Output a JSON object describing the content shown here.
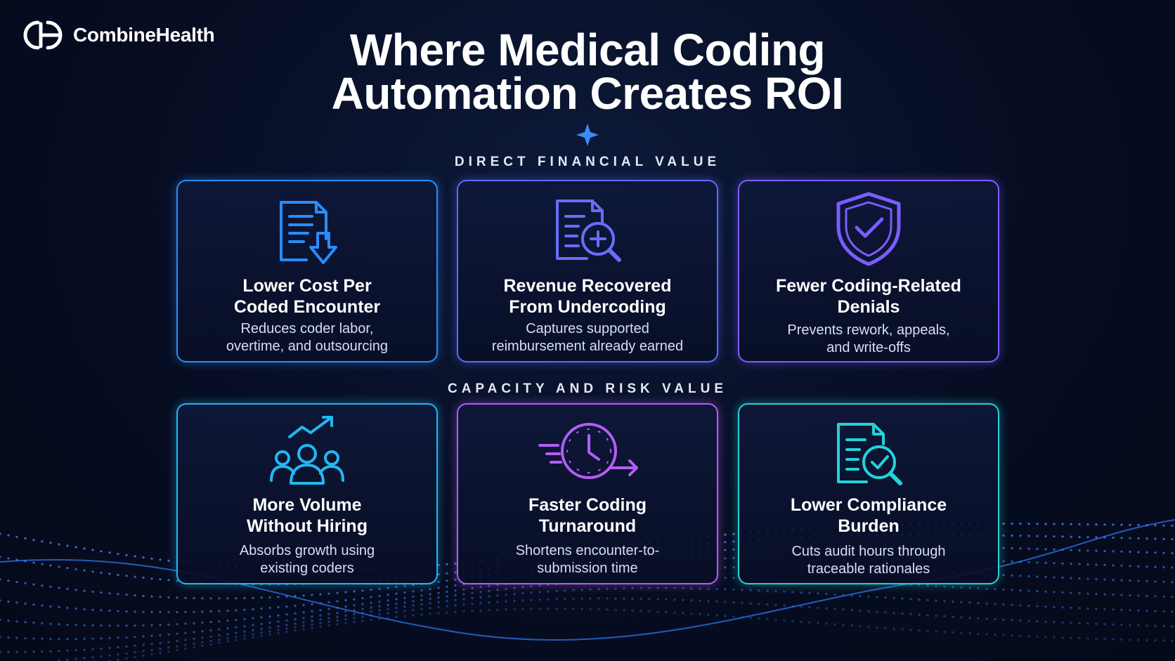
{
  "brand": {
    "name": "CombineHealth",
    "logo_icon": "ch-monogram-icon"
  },
  "title": {
    "line1": "Where Medical Coding",
    "line2": "Automation Creates ROI"
  },
  "sections": [
    {
      "label": "DIRECT FINANCIAL VALUE",
      "cards": [
        {
          "icon": "document-download-icon",
          "title_line1": "Lower Cost Per",
          "title_line2": "Coded Encounter",
          "desc_line1": "Reduces coder labor,",
          "desc_line2": "overtime, and outsourcing",
          "color": "#2a8cff"
        },
        {
          "icon": "document-search-plus-icon",
          "title_line1": "Revenue Recovered",
          "title_line2": "From Undercoding",
          "desc_line1": "Captures supported",
          "desc_line2": "reimbursement already earned",
          "color": "#5b6bff"
        },
        {
          "icon": "shield-check-icon",
          "title_line1": "Fewer Coding-Related",
          "title_line2": "Denials",
          "desc_line1": "Prevents rework, appeals,",
          "desc_line2": "and write-offs",
          "color": "#7b5cff"
        }
      ]
    },
    {
      "label": "CAPACITY AND RISK VALUE",
      "cards": [
        {
          "icon": "team-growth-icon",
          "title_line1": "More Volume",
          "title_line2": "Without Hiring",
          "desc_line1": "Absorbs growth using",
          "desc_line2": "existing coders",
          "color": "#22b8f0"
        },
        {
          "icon": "fast-clock-icon",
          "title_line1": "Faster Coding",
          "title_line2": "Turnaround",
          "desc_line1": "Shortens encounter-to-",
          "desc_line2": "submission time",
          "color": "#b45cf5"
        },
        {
          "icon": "document-search-check-icon",
          "title_line1": "Lower Compliance",
          "title_line2": "Burden",
          "desc_line1": "Cuts audit hours through",
          "desc_line2": "traceable rationales",
          "color": "#22d3d8"
        }
      ]
    }
  ]
}
